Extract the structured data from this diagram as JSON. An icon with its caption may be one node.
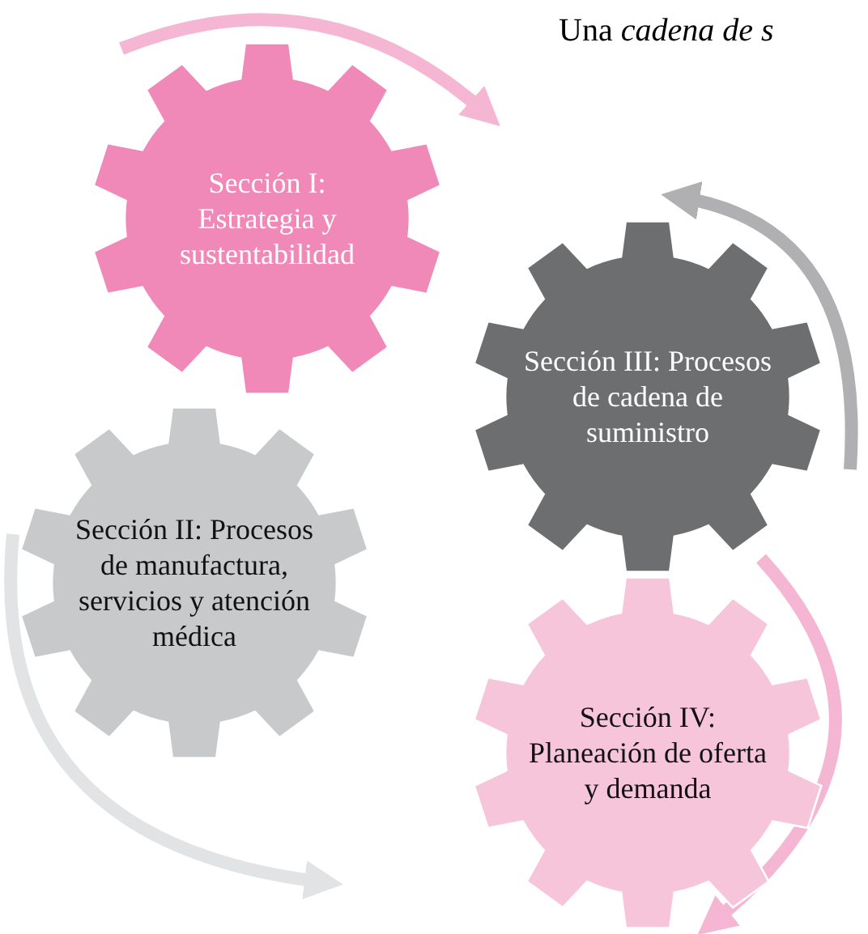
{
  "diagram": {
    "nodes": [
      {
        "text": [
          "Sección I: Estrategia y sustentabilidad"
        ]
      },
      {
        "text": [
          "Sección III: Procesos de cadena de suministro"
        ]
      },
      {
        "text": [
          "Sección II: Procesos de manufactura, servicios y atención médica"
        ]
      },
      {
        "text": [
          "Sección IV: Planeación de oferta y demanda"
        ]
      }
    ],
    "edges": [],
    "labels": [
      "Una *cadena de s*"
    ]
  }
}
